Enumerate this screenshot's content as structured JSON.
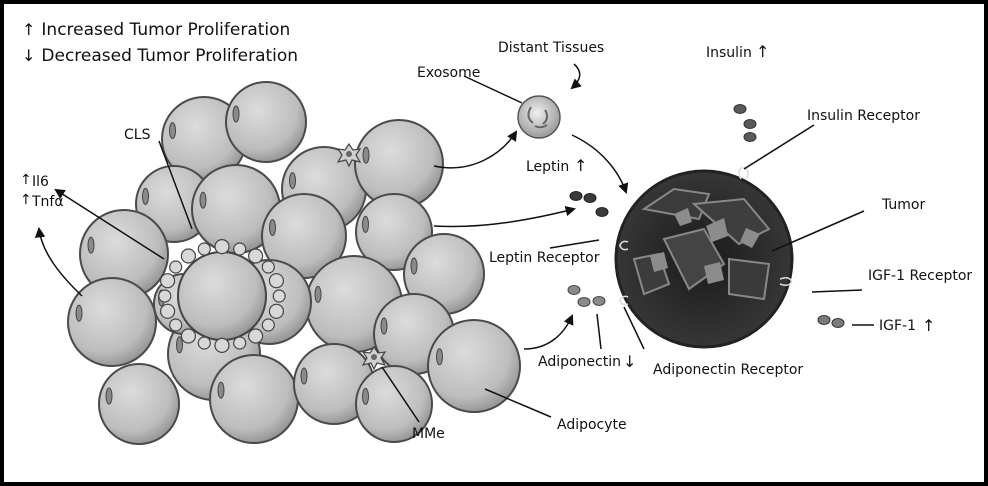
{
  "legend": {
    "up_arrow": "↑",
    "up_text": "Increased Tumor Proliferation",
    "down_arrow": "↓",
    "down_text": "Decreased Tumor Proliferation"
  },
  "labels": {
    "cls": "CLS",
    "il6": "Il6",
    "tnfa": "Tnfα",
    "exosome": "Exosome",
    "distant_tissues": "Distant Tissues",
    "insulin": "Insulin",
    "insulin_receptor": "Insulin Receptor",
    "leptin": "Leptin",
    "leptin_receptor": "Leptin Receptor",
    "tumor": "Tumor",
    "igf1_receptor": "IGF-1 Receptor",
    "igf1": "IGF-1",
    "adiponectin": "Adiponectin",
    "adiponectin_receptor": "Adiponectin Receptor",
    "adipocyte": "Adipocyte",
    "mme": "MMe"
  },
  "indicators": {
    "il6": "↑",
    "tnfa": "↑",
    "insulin": "↑",
    "leptin": "↑",
    "igf1": "↑",
    "adiponectin": "↓"
  },
  "colors": {
    "adipocyte_fill": "#bdbdbd",
    "adipocyte_stroke": "#4a4a4a",
    "tumor_fill": "#2b2b2b",
    "tumor_cell": "#8c8c8c",
    "molecule": "#5a5a5a",
    "line": "#111111"
  }
}
